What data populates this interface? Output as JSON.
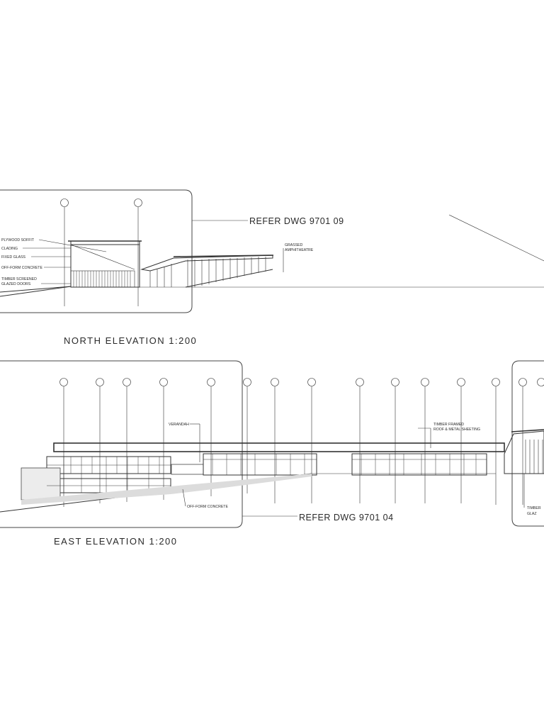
{
  "north_elevation": {
    "title": "NORTH ELEVATION 1:200",
    "refer": "REFER DWG 9701 09",
    "notes": [
      "PLYWOOD SOFFIT",
      "CLADING",
      "FIXED GLASS",
      "OFF-FORM CONCRETE",
      "TIMBER SCREENED",
      "GLAZED DOORS",
      "GRASSED",
      "AMPHITHEATRE"
    ]
  },
  "east_elevation": {
    "title": "EAST ELEVATION 1:200",
    "refer": "REFER DWG 9701 04",
    "notes": [
      "VERANDAH",
      "TIMBER FRAMED",
      "ROOF & METAL SHEETING",
      "OFF-FORM CONCRETE",
      "TIMBER",
      "GLAZ"
    ]
  }
}
